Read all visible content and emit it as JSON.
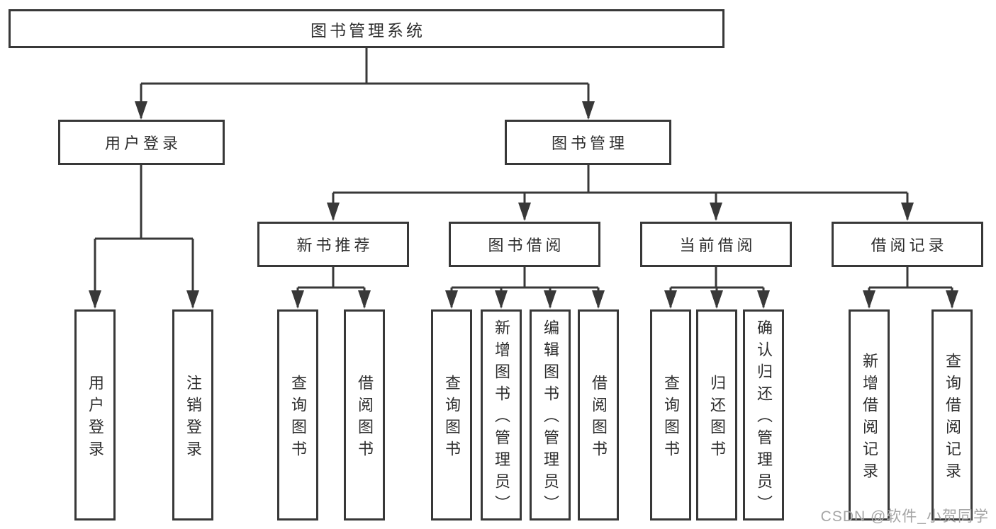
{
  "diagram": {
    "root": {
      "label": "图书管理系统"
    },
    "level2": [
      {
        "id": "user-login",
        "label": "用户登录"
      },
      {
        "id": "book-management",
        "label": "图书管理"
      }
    ],
    "level3": [
      {
        "id": "new-book-recommend",
        "label": "新书推荐"
      },
      {
        "id": "book-borrow",
        "label": "图书借阅"
      },
      {
        "id": "current-borrow",
        "label": "当前借阅"
      },
      {
        "id": "borrow-records",
        "label": "借阅记录"
      }
    ],
    "leaves": [
      {
        "id": "user-login-leaf",
        "label": "用户登录"
      },
      {
        "id": "logout",
        "label": "注销登录"
      },
      {
        "id": "recommend-query-books",
        "label": "查询图书"
      },
      {
        "id": "recommend-borrow-books",
        "label": "借阅图书"
      },
      {
        "id": "borrow-query-books",
        "label": "查询图书"
      },
      {
        "id": "borrow-add-books",
        "label": "新增图书（管理员）"
      },
      {
        "id": "borrow-edit-books",
        "label": "编辑图书（管理员）"
      },
      {
        "id": "borrow-borrow-books",
        "label": "借阅图书"
      },
      {
        "id": "current-query-books",
        "label": "查询图书"
      },
      {
        "id": "current-return-books",
        "label": "归还图书"
      },
      {
        "id": "current-confirm-return",
        "label": "确认归还（管理员）"
      },
      {
        "id": "records-add-record",
        "label": "新增借阅记录"
      },
      {
        "id": "records-query-record",
        "label": "查询借阅记录"
      }
    ]
  },
  "watermark": "CSDN @软件_小贺同学",
  "colors": {
    "line": "#383838",
    "text": "#2e2e2e",
    "watermark": "#a5a5a5",
    "background": "#ffffff"
  }
}
